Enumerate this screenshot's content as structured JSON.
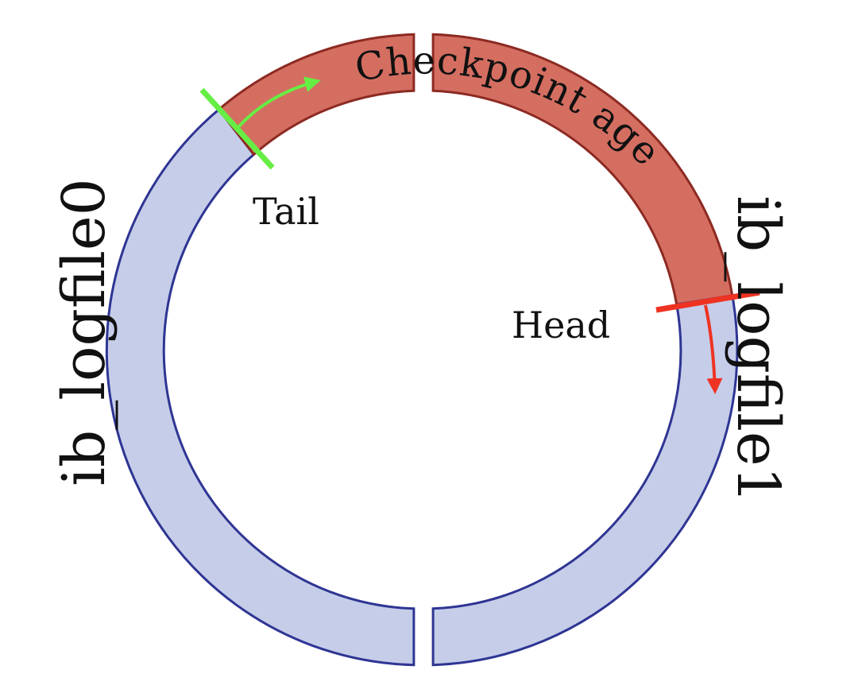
{
  "labels": {
    "file0": "ib_logfile0",
    "file1": "ib_logfile1",
    "checkpoint_age": "Checkpoint age",
    "tail": "Tail",
    "head": "Head"
  },
  "colors": {
    "file_fill": "#c5cde9",
    "file_stroke": "#2e3593",
    "checkpoint_fill": "#d46e61",
    "checkpoint_stroke": "#8c2a22",
    "tail_marker": "#66ee44",
    "head_marker": "#ee3322"
  }
}
